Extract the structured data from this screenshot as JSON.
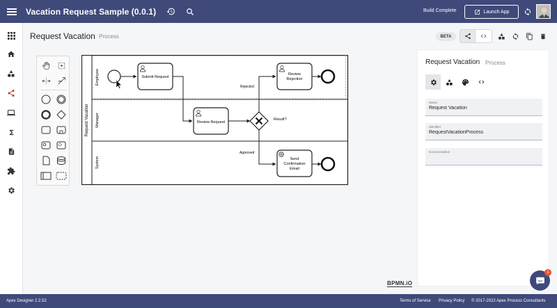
{
  "app": {
    "title": "Vacation Request Sample (0.0.1)",
    "status": "Build Complete",
    "launch_label": "Launch App",
    "accent": "#3f4a7a"
  },
  "left_nav": [
    "apps-grid-icon",
    "home-icon",
    "shapes-icon",
    "share-icon",
    "laptop-icon",
    "sigma-icon",
    "document-icon",
    "puzzle-icon",
    "gear-icon"
  ],
  "header": {
    "title": "Request Vacation",
    "subtitle": "Process",
    "beta": "BETA"
  },
  "diagram": {
    "pool": "Request Vacation",
    "lanes": [
      "Employee",
      "Manager",
      "System"
    ],
    "tasks": {
      "submit": "Submit Request",
      "review": "Review Request",
      "rejection_1": "Review",
      "rejection_2": "Rejection",
      "send_1": "Send",
      "send_2": "Confirmation",
      "send_3": "Email"
    },
    "labels": {
      "rejected": "Rejected",
      "approved": "Approved",
      "result": "Result?"
    }
  },
  "properties": {
    "title": "Request Vacation",
    "subtitle": "Process",
    "tabs": [
      "gear-icon",
      "shapes-icon",
      "palette-icon",
      "code-icon"
    ],
    "fields": [
      {
        "label": "Name",
        "value": "Request Vacation"
      },
      {
        "label": "Identifier",
        "value": "RequestVacationProcess"
      },
      {
        "label": "Documentation",
        "value": ""
      }
    ]
  },
  "bpmn_logo": "BPMN.iO",
  "chat_badge": "1",
  "footer": {
    "version": "Apex Designer 2.2.52",
    "links": [
      "Terms of Service",
      "Privacy Policy",
      "© 2017-2022 Apex Process Consultants"
    ]
  }
}
